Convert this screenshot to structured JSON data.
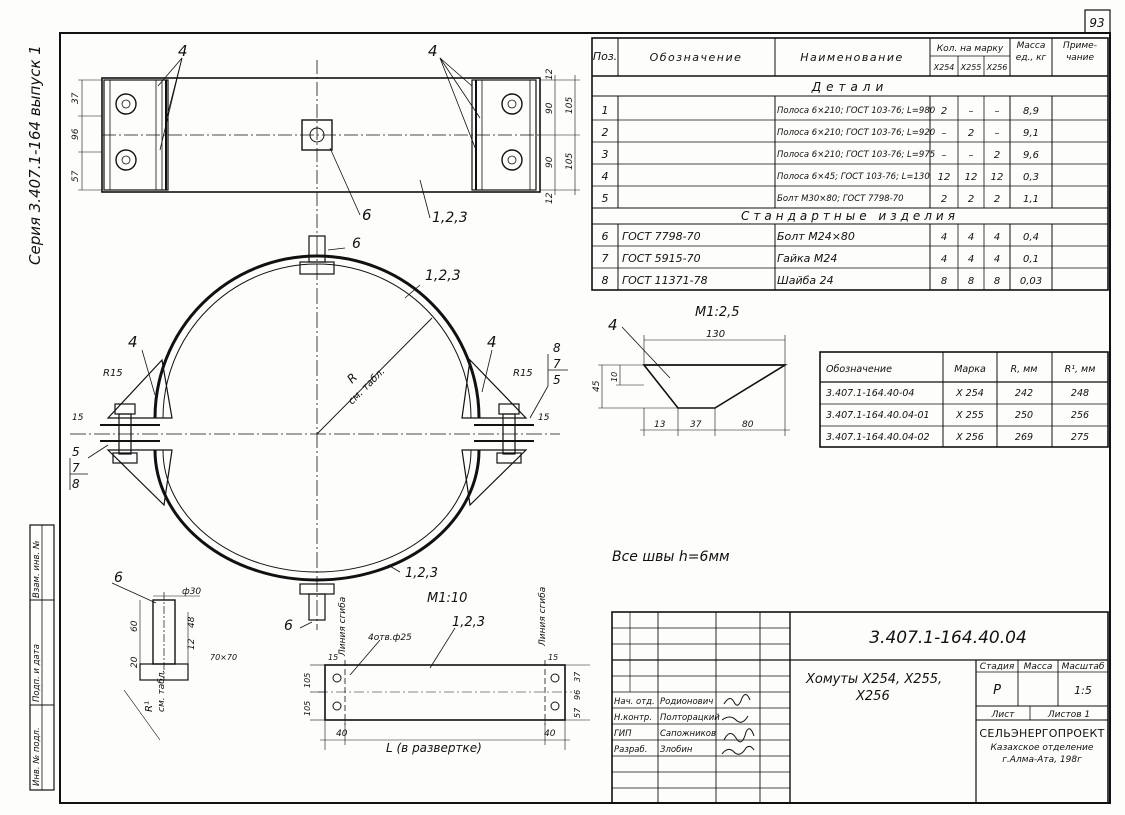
{
  "sheet": {
    "number": "93",
    "series": "Серия 3.407.1-164 выпуск 1"
  },
  "spec_table": {
    "headers": {
      "pos": "Поз.",
      "designation": "Обозначение",
      "name": "Наименование",
      "qty": "Кол. на марку",
      "mass": "Масса ед., кг",
      "note": "Приме- чание",
      "marks": [
        "Х254",
        "Х255",
        "Х256"
      ]
    },
    "section_details": "Детали",
    "details": [
      {
        "pos": "1",
        "designation": "",
        "name": "Полоса 6×210; ГОСТ 103-76; L=980",
        "q1": "2",
        "q2": "–",
        "q3": "–",
        "mass": "8,9"
      },
      {
        "pos": "2",
        "designation": "",
        "name": "Полоса 6×210; ГОСТ 103-76; L=920",
        "q1": "–",
        "q2": "2",
        "q3": "–",
        "mass": "9,1"
      },
      {
        "pos": "3",
        "designation": "",
        "name": "Полоса 6×210; ГОСТ 103-76; L=975",
        "q1": "–",
        "q2": "–",
        "q3": "2",
        "mass": "9,6"
      },
      {
        "pos": "4",
        "designation": "",
        "name": "Полоса 6×45; ГОСТ 103-76; L=130",
        "q1": "12",
        "q2": "12",
        "q3": "12",
        "mass": "0,3"
      },
      {
        "pos": "5",
        "designation": "",
        "name": "Болт М30×80; ГОСТ 7798-70",
        "q1": "2",
        "q2": "2",
        "q3": "2",
        "mass": "1,1"
      }
    ],
    "section_standard": "Стандартные изделия",
    "standard": [
      {
        "pos": "6",
        "designation": "ГОСТ 7798-70",
        "name": "Болт М24×80",
        "q1": "4",
        "q2": "4",
        "q3": "4",
        "mass": "0,4"
      },
      {
        "pos": "7",
        "designation": "ГОСТ 5915-70",
        "name": "Гайка М24",
        "q1": "4",
        "q2": "4",
        "q3": "4",
        "mass": "0,1"
      },
      {
        "pos": "8",
        "designation": "ГОСТ 11371-78",
        "name": "Шайба 24",
        "q1": "8",
        "q2": "8",
        "q3": "8",
        "mass": "0,03"
      }
    ]
  },
  "radius_table": {
    "headers": [
      "Обозначение",
      "Марка",
      "R, мм",
      "R¹, мм"
    ],
    "rows": [
      [
        "3.407.1-164.40-04",
        "Х 254",
        "242",
        "248"
      ],
      [
        "3.407.1-164.40.04-01",
        "Х 255",
        "250",
        "256"
      ],
      [
        "3.407.1-164.40.04-02",
        "Х 256",
        "269",
        "275"
      ]
    ]
  },
  "drawing": {
    "scale_detail": "М1:2,5",
    "scale_strip": "М1:10",
    "welds_note": "Все швы h=6мм",
    "label_radius": "R",
    "label_radius_note": "см. табл.",
    "label_r1": "R¹",
    "label_r1_note": "см. табл.",
    "label_r15": "R15",
    "label_holes": "4отв.ф25",
    "label_bend_line": "Линия сгиба",
    "label_length": "L (в развертке)",
    "pos_labels": [
      "1,2,3",
      "4",
      "5",
      "6",
      "7",
      "8"
    ],
    "dims_top": [
      "37",
      "96",
      "57",
      "12",
      "90",
      "90",
      "12",
      "105",
      "105"
    ],
    "dims_detail": [
      "130",
      "45",
      "10",
      "13",
      "37",
      "80"
    ],
    "dims_side": [
      "15",
      "15"
    ],
    "dims_bolt": [
      "ф30",
      "60",
      "20",
      "12",
      "48",
      "70×70"
    ],
    "dims_strip": [
      "15",
      "15",
      "105",
      "105",
      "37",
      "96",
      "57",
      "40",
      "40"
    ]
  },
  "left_strip": {
    "cells": [
      "Взам. инв. №",
      "Подп. и дата",
      "Инв. № подл."
    ]
  },
  "title_block": {
    "code": "3.407.1-164.40.04",
    "title_line1": "Хомуты Х254, Х255,",
    "title_line2": "Х256",
    "col_stage": "Стадия",
    "col_mass": "Масса",
    "col_scale": "Масштаб",
    "stage": "Р",
    "mass": "",
    "scale": "1:5",
    "sheet_label": "Лист",
    "sheets_label": "Листов 1",
    "org1": "СЕЛЬЭНЕРГОПРОЕКТ",
    "org2": "Казахское отделение",
    "org3": "г.Алма-Ата, 198г",
    "signatures": [
      {
        "role": "Нач. отд.",
        "name": "Родионович"
      },
      {
        "role": "Н.контр.",
        "name": "Полторацкий"
      },
      {
        "role": "ГИП",
        "name": "Сапожников"
      },
      {
        "role": "Разраб.",
        "name": "Злобин"
      }
    ]
  }
}
